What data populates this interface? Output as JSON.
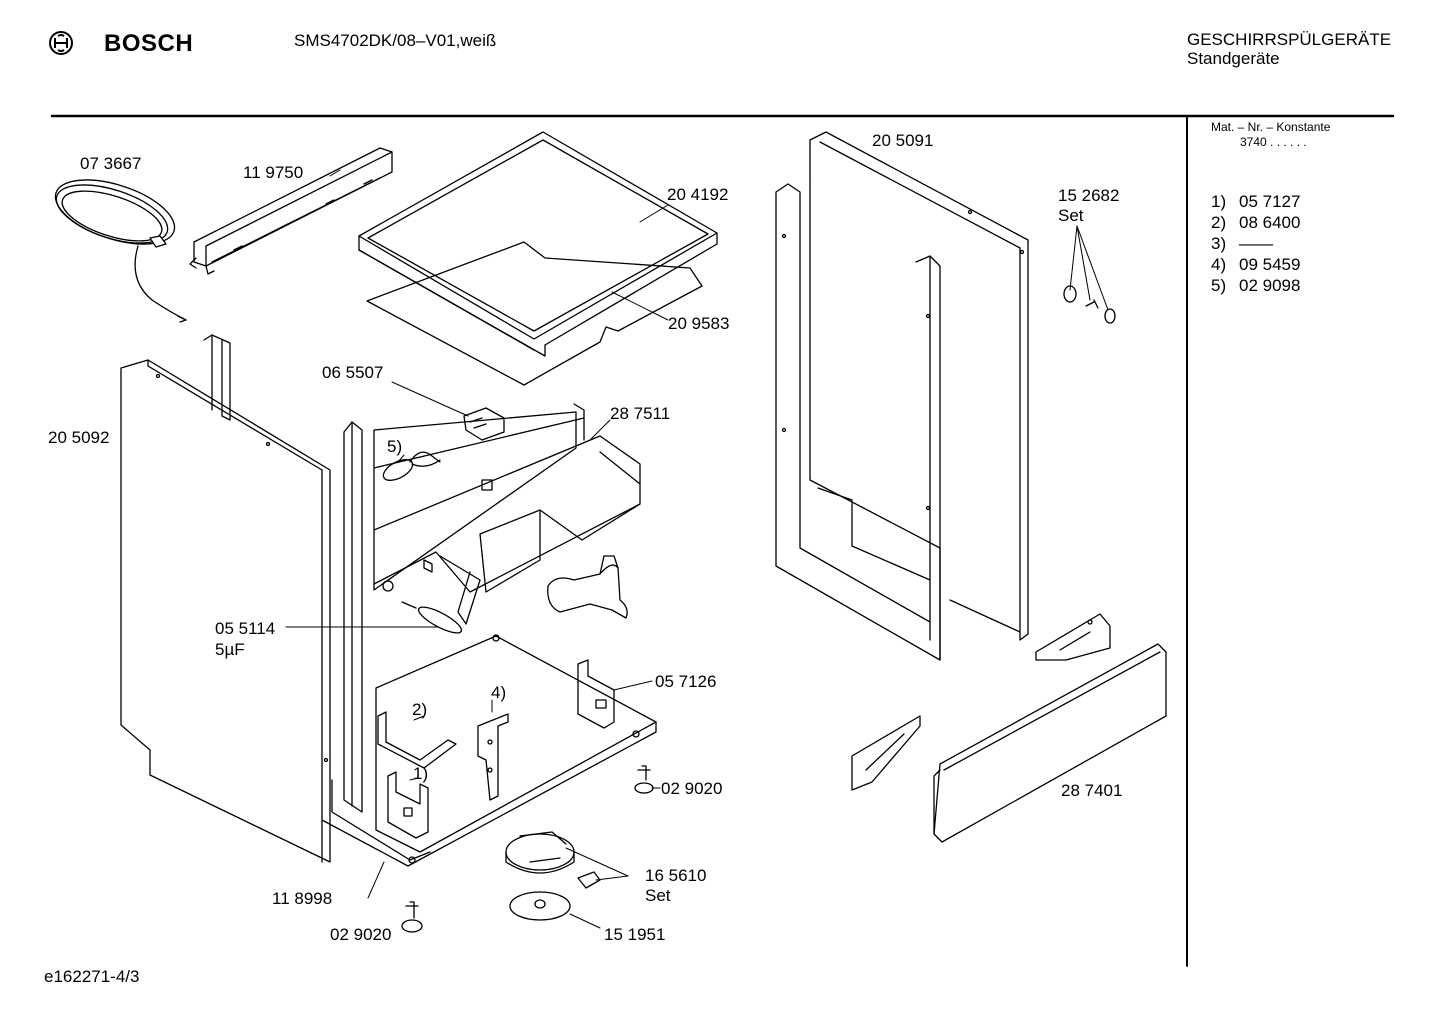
{
  "header": {
    "brand": "BOSCH",
    "model": "SMS4702DK/08–V01,weiß",
    "category_line1": "GESCHIRRSPÜLGERÄTE",
    "category_line2": "Standgeräte",
    "logo_icon": "bosch-armature-icon"
  },
  "sidebar": {
    "title": "Mat. – Nr. – Konstante",
    "constant": "3740 . . . . . .",
    "items": [
      {
        "index": "1)",
        "code": "05 7127"
      },
      {
        "index": "2)",
        "code": "08 6400"
      },
      {
        "index": "3)",
        "code": "——"
      },
      {
        "index": "4)",
        "code": "09 5459"
      },
      {
        "index": "5)",
        "code": "02 9098"
      }
    ]
  },
  "parts": {
    "p073667": "07 3667",
    "p119750": "11 9750",
    "p204192": "20 4192",
    "p209583": "20 9583",
    "p205091": "20 5091",
    "p152682": "15 2682",
    "p152682_set": "Set",
    "p065507": "06 5507",
    "p287511": "28 7511",
    "p205092": "20 5092",
    "p5": "5)",
    "p055114": "05 5114",
    "p055114_val": "5µF",
    "p057126": "05 7126",
    "p2": "2)",
    "p4": "4)",
    "p1": "1)",
    "p029020a": "02 9020",
    "p287401": "28 7401",
    "p165610": "16 5610",
    "p165610_set": "Set",
    "p118998": "11 8998",
    "p029020b": "02 9020",
    "p151951": "15 1951"
  },
  "footer": {
    "ref": "e162271-4/3"
  }
}
